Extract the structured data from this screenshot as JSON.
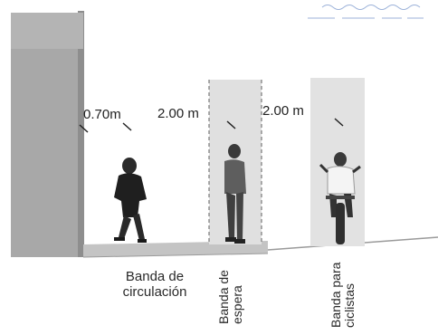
{
  "dimensions": {
    "d1": "0.70m",
    "d2": "2.00 m",
    "d3": "2.00 m"
  },
  "zones": {
    "circulacion": {
      "line1": "Banda de",
      "line2": "circulación"
    },
    "espera": {
      "line1": "Banda de",
      "line2": "espera"
    },
    "ciclistas": {
      "line1": "Banda para",
      "line2": "ciclistas"
    }
  },
  "colors": {
    "wall": "#a4a4a4",
    "wall_shadow": "#8f8f8f",
    "band_fill": "#dcdcdc",
    "ground": "#bfbfbf",
    "dashes": "#7a7a7a"
  }
}
